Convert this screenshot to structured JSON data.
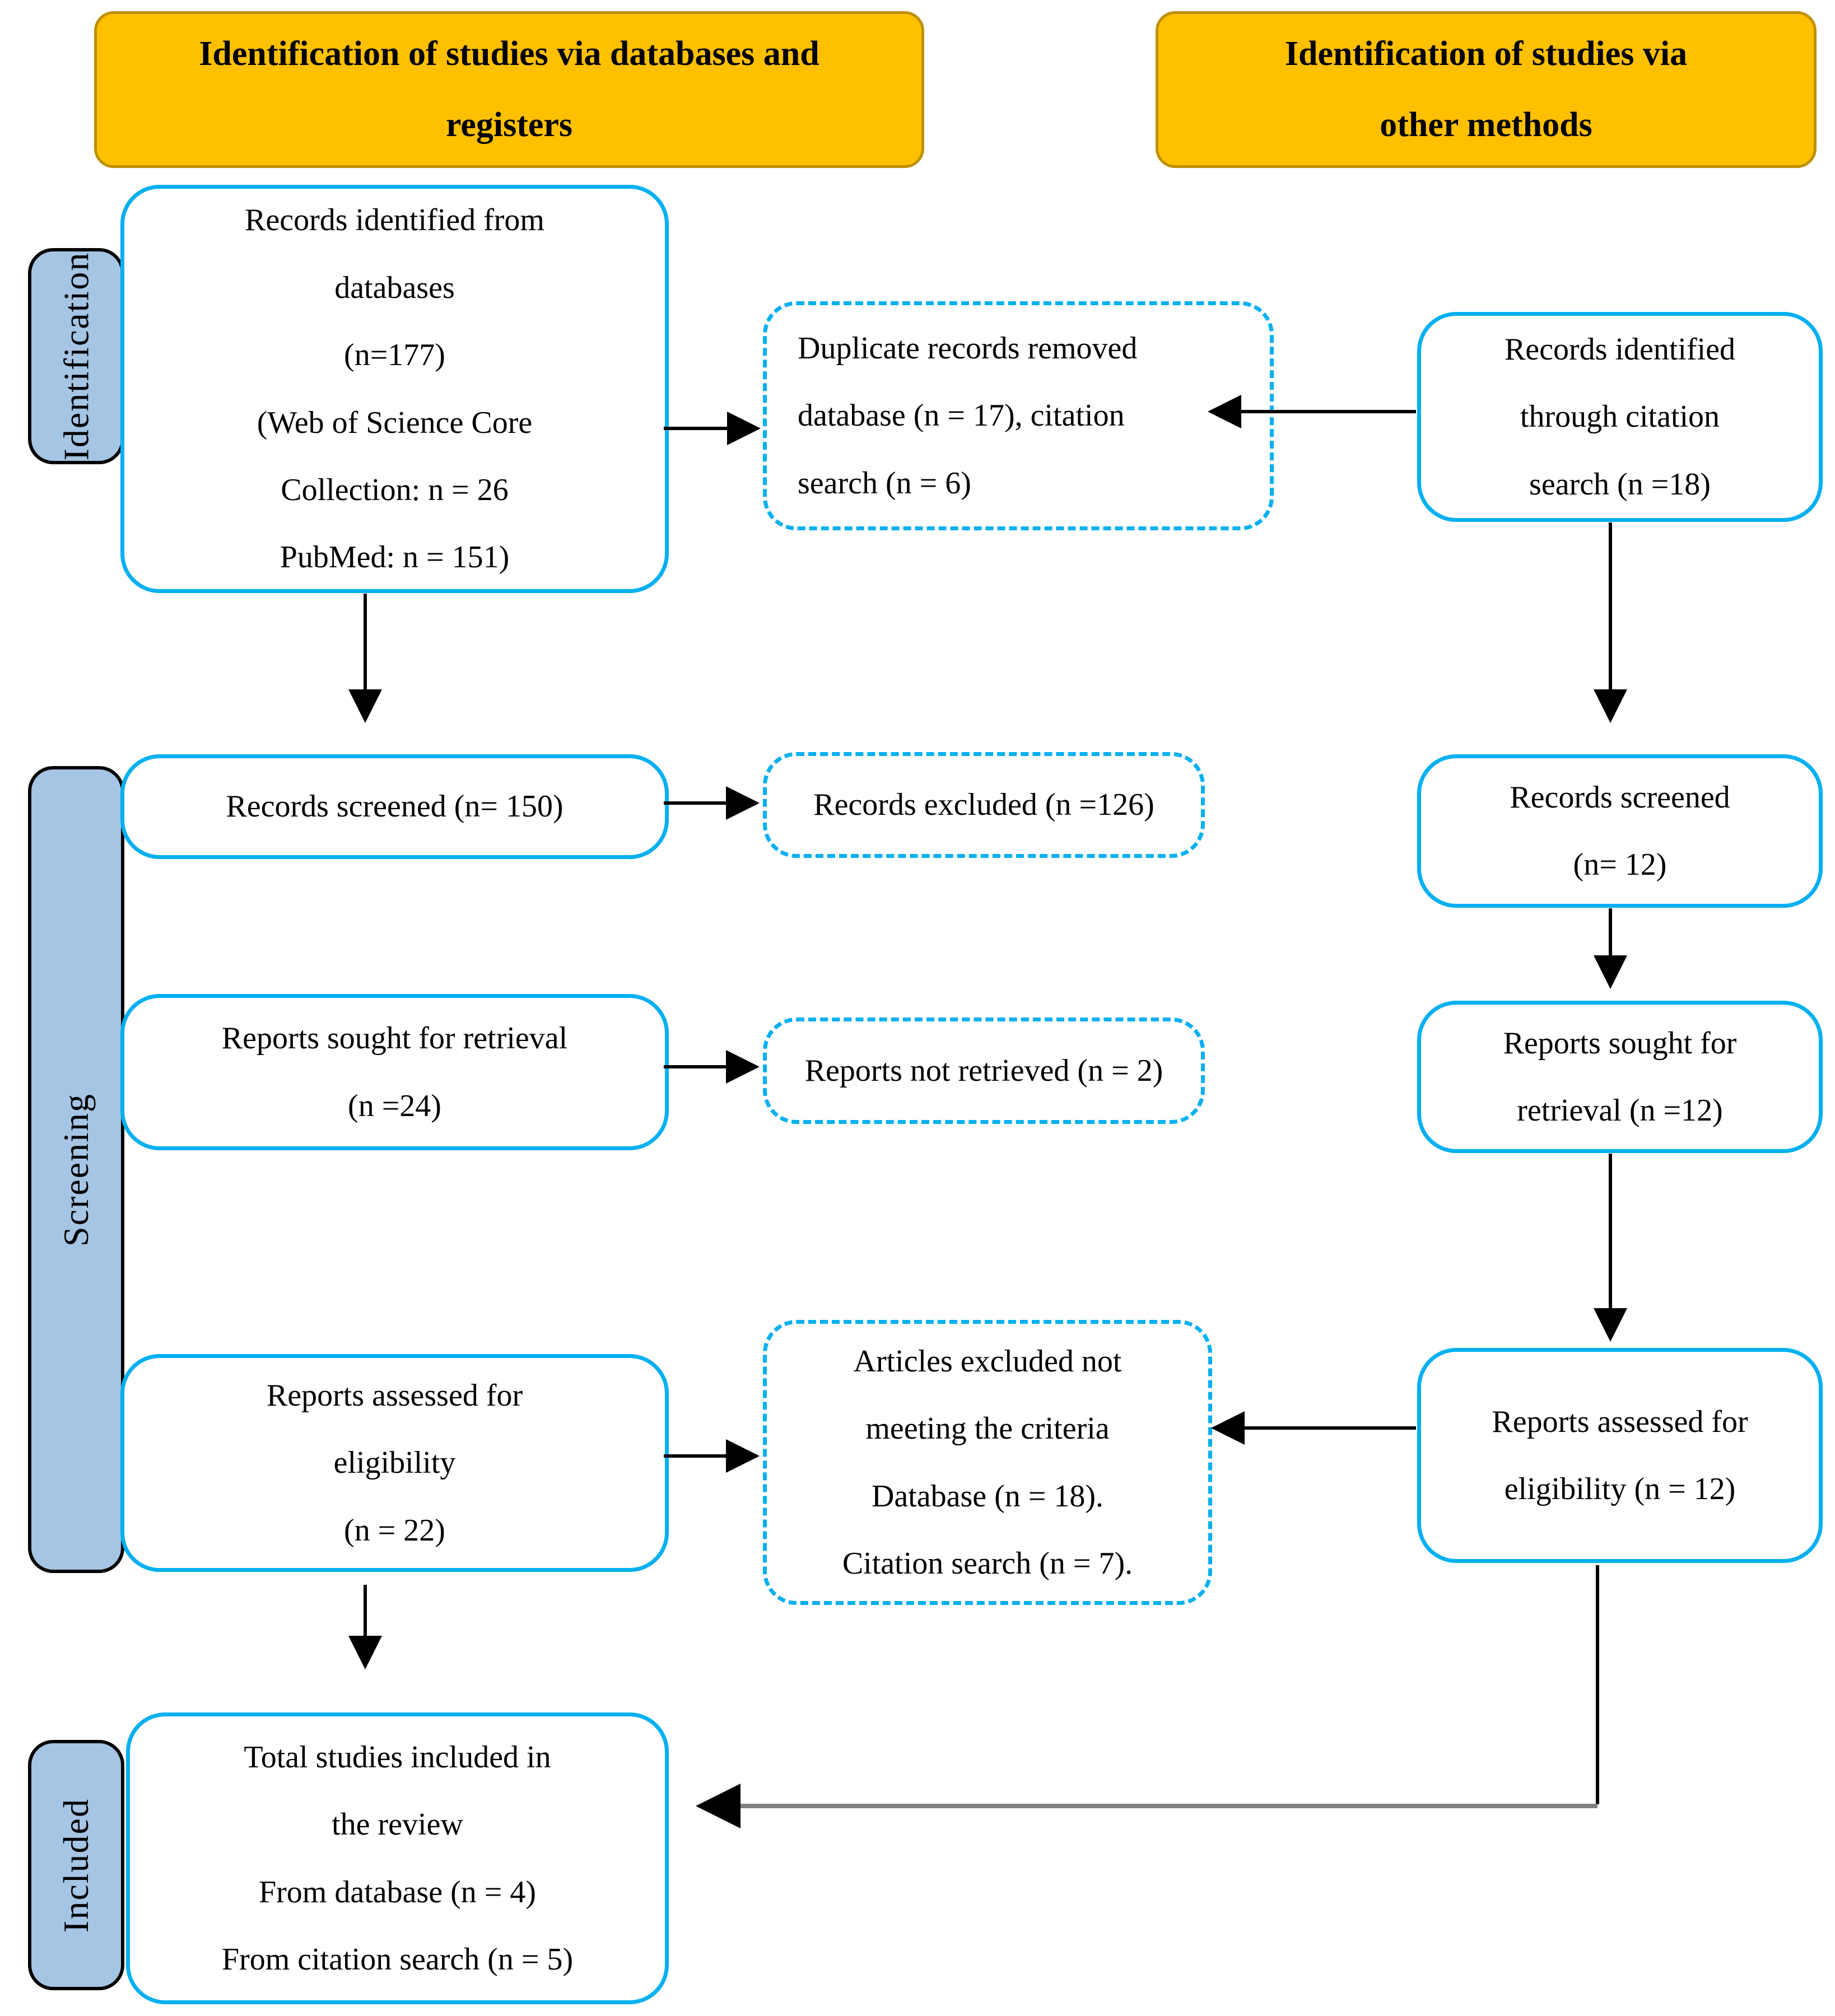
{
  "colors": {
    "header_fill": "#FFC000",
    "header_border": "#BF9000",
    "box_border": "#00B0F0",
    "stage_fill": "#A6C4E4",
    "arrow": "#000000",
    "final_arrow_line": "#808080",
    "text": "#000000"
  },
  "headers": {
    "databases": "Identification of studies via databases and\nregisters",
    "other": "Identification of studies via\nother methods"
  },
  "stages": {
    "identification": "Identification",
    "screening": "Screening",
    "included": "Included"
  },
  "flow": {
    "records_identified": "Records identified from\ndatabases\n(n=177)\n(Web of Science Core\nCollection: n = 26\nPubMed: n = 151)",
    "duplicates_removed": "Duplicate records removed\ndatabase (n = 17), citation\nsearch (n = 6)",
    "citation_identified": "Records identified\nthrough citation\nsearch (n =18)",
    "records_screened_db": "Records screened (n= 150)",
    "records_excluded": "Records excluded (n =126)",
    "records_screened_cit": "Records screened\n(n= 12)",
    "reports_sought_db": "Reports sought for retrieval\n(n =24)",
    "reports_not_retrieved": "Reports not retrieved (n = 2)",
    "reports_sought_cit": "Reports sought for\nretrieval (n =12)",
    "reports_assessed_db": "Reports assessed for\neligibility\n(n = 22)",
    "articles_excluded": "Articles excluded not\nmeeting the criteria\nDatabase (n = 18).\nCitation search (n = 7).",
    "reports_assessed_cit": "Reports assessed for\neligibility (n = 12)",
    "total_included": "Total studies included in\nthe review\nFrom database (n = 4)\nFrom citation search (n = 5)"
  }
}
